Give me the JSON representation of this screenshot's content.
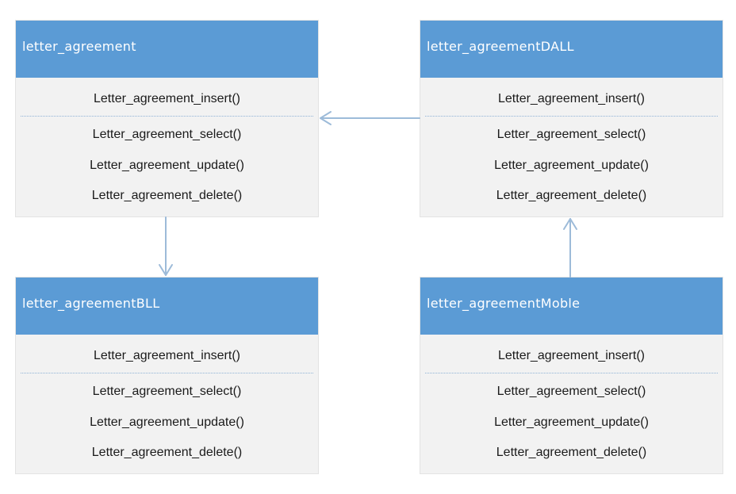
{
  "classes": [
    {
      "title": "letter_agreement",
      "methods": [
        "Letter_agreement_insert()",
        "Letter_agreement_select()",
        "Letter_agreement_update()",
        "Letter_agreement_delete()"
      ]
    },
    {
      "title": "letter_agreementDALL",
      "methods": [
        "Letter_agreement_insert()",
        "Letter_agreement_select()",
        "Letter_agreement_update()",
        "Letter_agreement_delete()"
      ]
    },
    {
      "title": "letter_agreementBLL",
      "methods": [
        "Letter_agreement_insert()",
        "Letter_agreement_select()",
        "Letter_agreement_update()",
        "Letter_agreement_delete()"
      ]
    },
    {
      "title": "letter_agreementMoble",
      "methods": [
        "Letter_agreement_insert()",
        "Letter_agreement_select()",
        "Letter_agreement_update()",
        "Letter_agreement_delete()"
      ]
    }
  ],
  "colors": {
    "header": "#5b9bd5",
    "body": "#f2f2f2",
    "connector": "#9dbbd9"
  }
}
